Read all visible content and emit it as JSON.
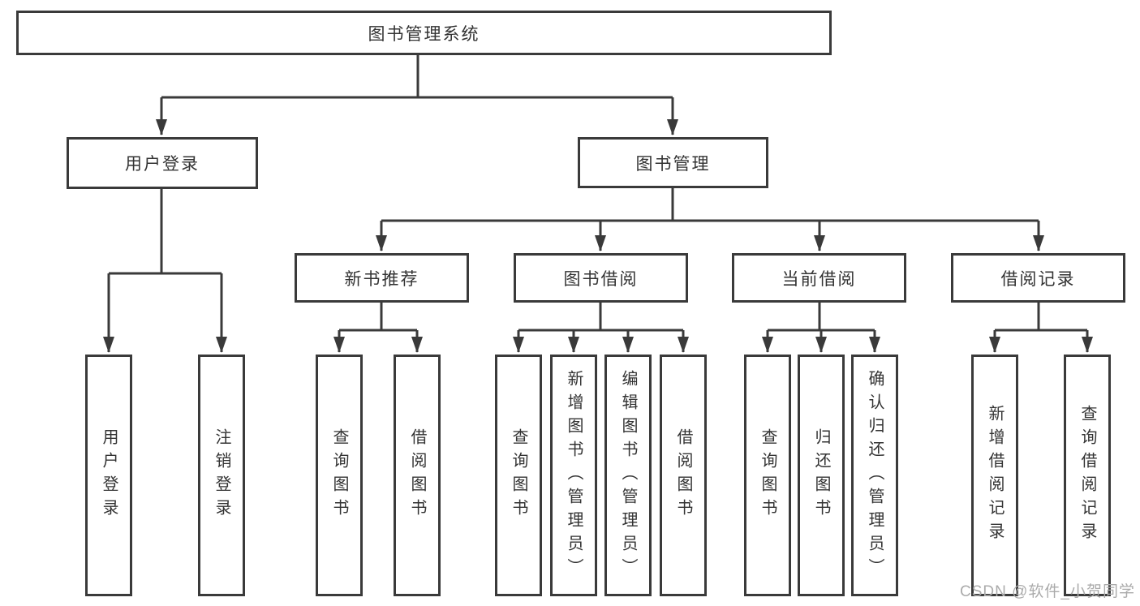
{
  "diagram": {
    "root": {
      "label": "图书管理系统"
    },
    "level2": [
      {
        "id": "user-login",
        "label": "用户登录"
      },
      {
        "id": "book-management",
        "label": "图书管理"
      }
    ],
    "level3": [
      {
        "id": "new-book-recommend",
        "label": "新书推荐"
      },
      {
        "id": "book-borrow",
        "label": "图书借阅"
      },
      {
        "id": "current-borrow",
        "label": "当前借阅"
      },
      {
        "id": "borrow-records",
        "label": "借阅记录"
      }
    ],
    "leaves": [
      {
        "parent": "用户登录",
        "label": "用户登录"
      },
      {
        "parent": "用户登录",
        "label": "注销登录"
      },
      {
        "parent": "新书推荐",
        "label": "查询图书"
      },
      {
        "parent": "新书推荐",
        "label": "借阅图书"
      },
      {
        "parent": "图书借阅",
        "label": "查询图书"
      },
      {
        "parent": "图书借阅",
        "label": "新增图书（管理员）"
      },
      {
        "parent": "图书借阅",
        "label": "编辑图书（管理员）"
      },
      {
        "parent": "图书借阅",
        "label": "借阅图书"
      },
      {
        "parent": "当前借阅",
        "label": "查询图书"
      },
      {
        "parent": "当前借阅",
        "label": "归还图书"
      },
      {
        "parent": "当前借阅",
        "label": "确认归还（管理员）"
      },
      {
        "parent": "借阅记录",
        "label": "新增借阅记录"
      },
      {
        "parent": "借阅记录",
        "label": "查询借阅记录"
      }
    ]
  },
  "watermark": {
    "text": "CSDN @软件_小贺同学"
  },
  "colors": {
    "line": "#3a3a3a",
    "box_border": "#3a3a3a",
    "box_fill": "#ffffff",
    "text": "#333333",
    "watermark": "#ababab",
    "background": "#ffffff"
  }
}
